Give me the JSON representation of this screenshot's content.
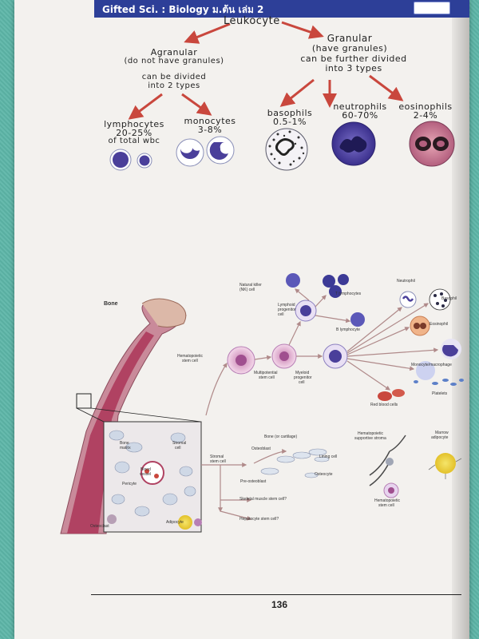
{
  "header": {
    "title": "Gifted Sci. : Biology ม.ต้น เล่ม 2"
  },
  "classification": {
    "root": "Leukocyte",
    "agranular": {
      "title": "Agranular",
      "subtitle": "(do not have granules)",
      "note_line1": "can be divided",
      "note_line2": "into 2 types",
      "lymphocytes": {
        "name": "lymphocytes",
        "percent": "20-25%",
        "extra": "of total wbc"
      },
      "monocytes": {
        "name": "monocytes",
        "percent": "3-8%"
      }
    },
    "granular": {
      "title": "Granular",
      "subtitle": "(have granules)",
      "note_line1": "can be further divided",
      "note_line2": "into 3 types",
      "basophils": {
        "name": "basophils",
        "percent": "0.5-1%"
      },
      "neutrophils": {
        "name": "neutrophils",
        "percent": "60-70%"
      },
      "eosinophils": {
        "name": "eosinophils",
        "percent": "2-4%"
      }
    }
  },
  "hematopoiesis": {
    "bone": "Bone",
    "nk_cell_line1": "Natural killer",
    "nk_cell_line2": "(NK) cell",
    "t_lymphocytes": "T lymphocytes",
    "lymphoid_line1": "Lymphoid",
    "lymphoid_line2": "progenitor",
    "lymphoid_line3": "cell",
    "b_lymphocyte": "B lymphocyte",
    "neutrophil": "Neutrophil",
    "basophil": "Basophil",
    "eosinophil": "Eosinophil",
    "monocyte_macrophage": "Monocyte/macrophage",
    "platelets": "Platelets",
    "red_blood_cells": "Red blood cells",
    "hsc_line1": "Hematopoietic",
    "hsc_line2": "stem cell",
    "multipotential_line1": "Multipotential",
    "multipotential_line2": "stem cell",
    "myeloid_line1": "Myeloid",
    "myeloid_line2": "progenitor",
    "myeloid_line3": "cell",
    "bone_matrix_line1": "Bone",
    "bone_matrix_line2": "matrix",
    "stromal_cell_line1": "Stromal",
    "stromal_cell_line2": "cell",
    "blood_vessel_line1": "Blood",
    "blood_vessel_line2": "vessel",
    "pericyte": "Pericyte",
    "osteoclast": "Osteoclast",
    "adipocyte": "Adipocyte",
    "stromal_stem_line1": "Stromal",
    "stromal_stem_line2": "stem cell",
    "bone_cartilage": "Bone (or cartilage)",
    "osteoblast": "Osteoblast",
    "lining_cell": "Lining cell",
    "pre_osteoblast": "Pre-osteoblast",
    "osteocyte": "Osteocyte",
    "skeletal_muscle": "Skeletal muscle stem cell?",
    "hepatocyte": "Hepatocyte stem cell?",
    "supportive_line1": "Hematopoietic",
    "supportive_line2": "supportive stroma",
    "marrow_line1": "Marrow",
    "marrow_line2": "adipocyte",
    "hsc2_line1": "Hematopoietic",
    "hsc2_line2": "stem cell"
  },
  "footer": {
    "page_number": "136"
  },
  "colors": {
    "arrow": "#c9473d",
    "header": "#2d3f98",
    "cell_purple": "#3b2f8f",
    "paper": "#f3f1ee"
  }
}
